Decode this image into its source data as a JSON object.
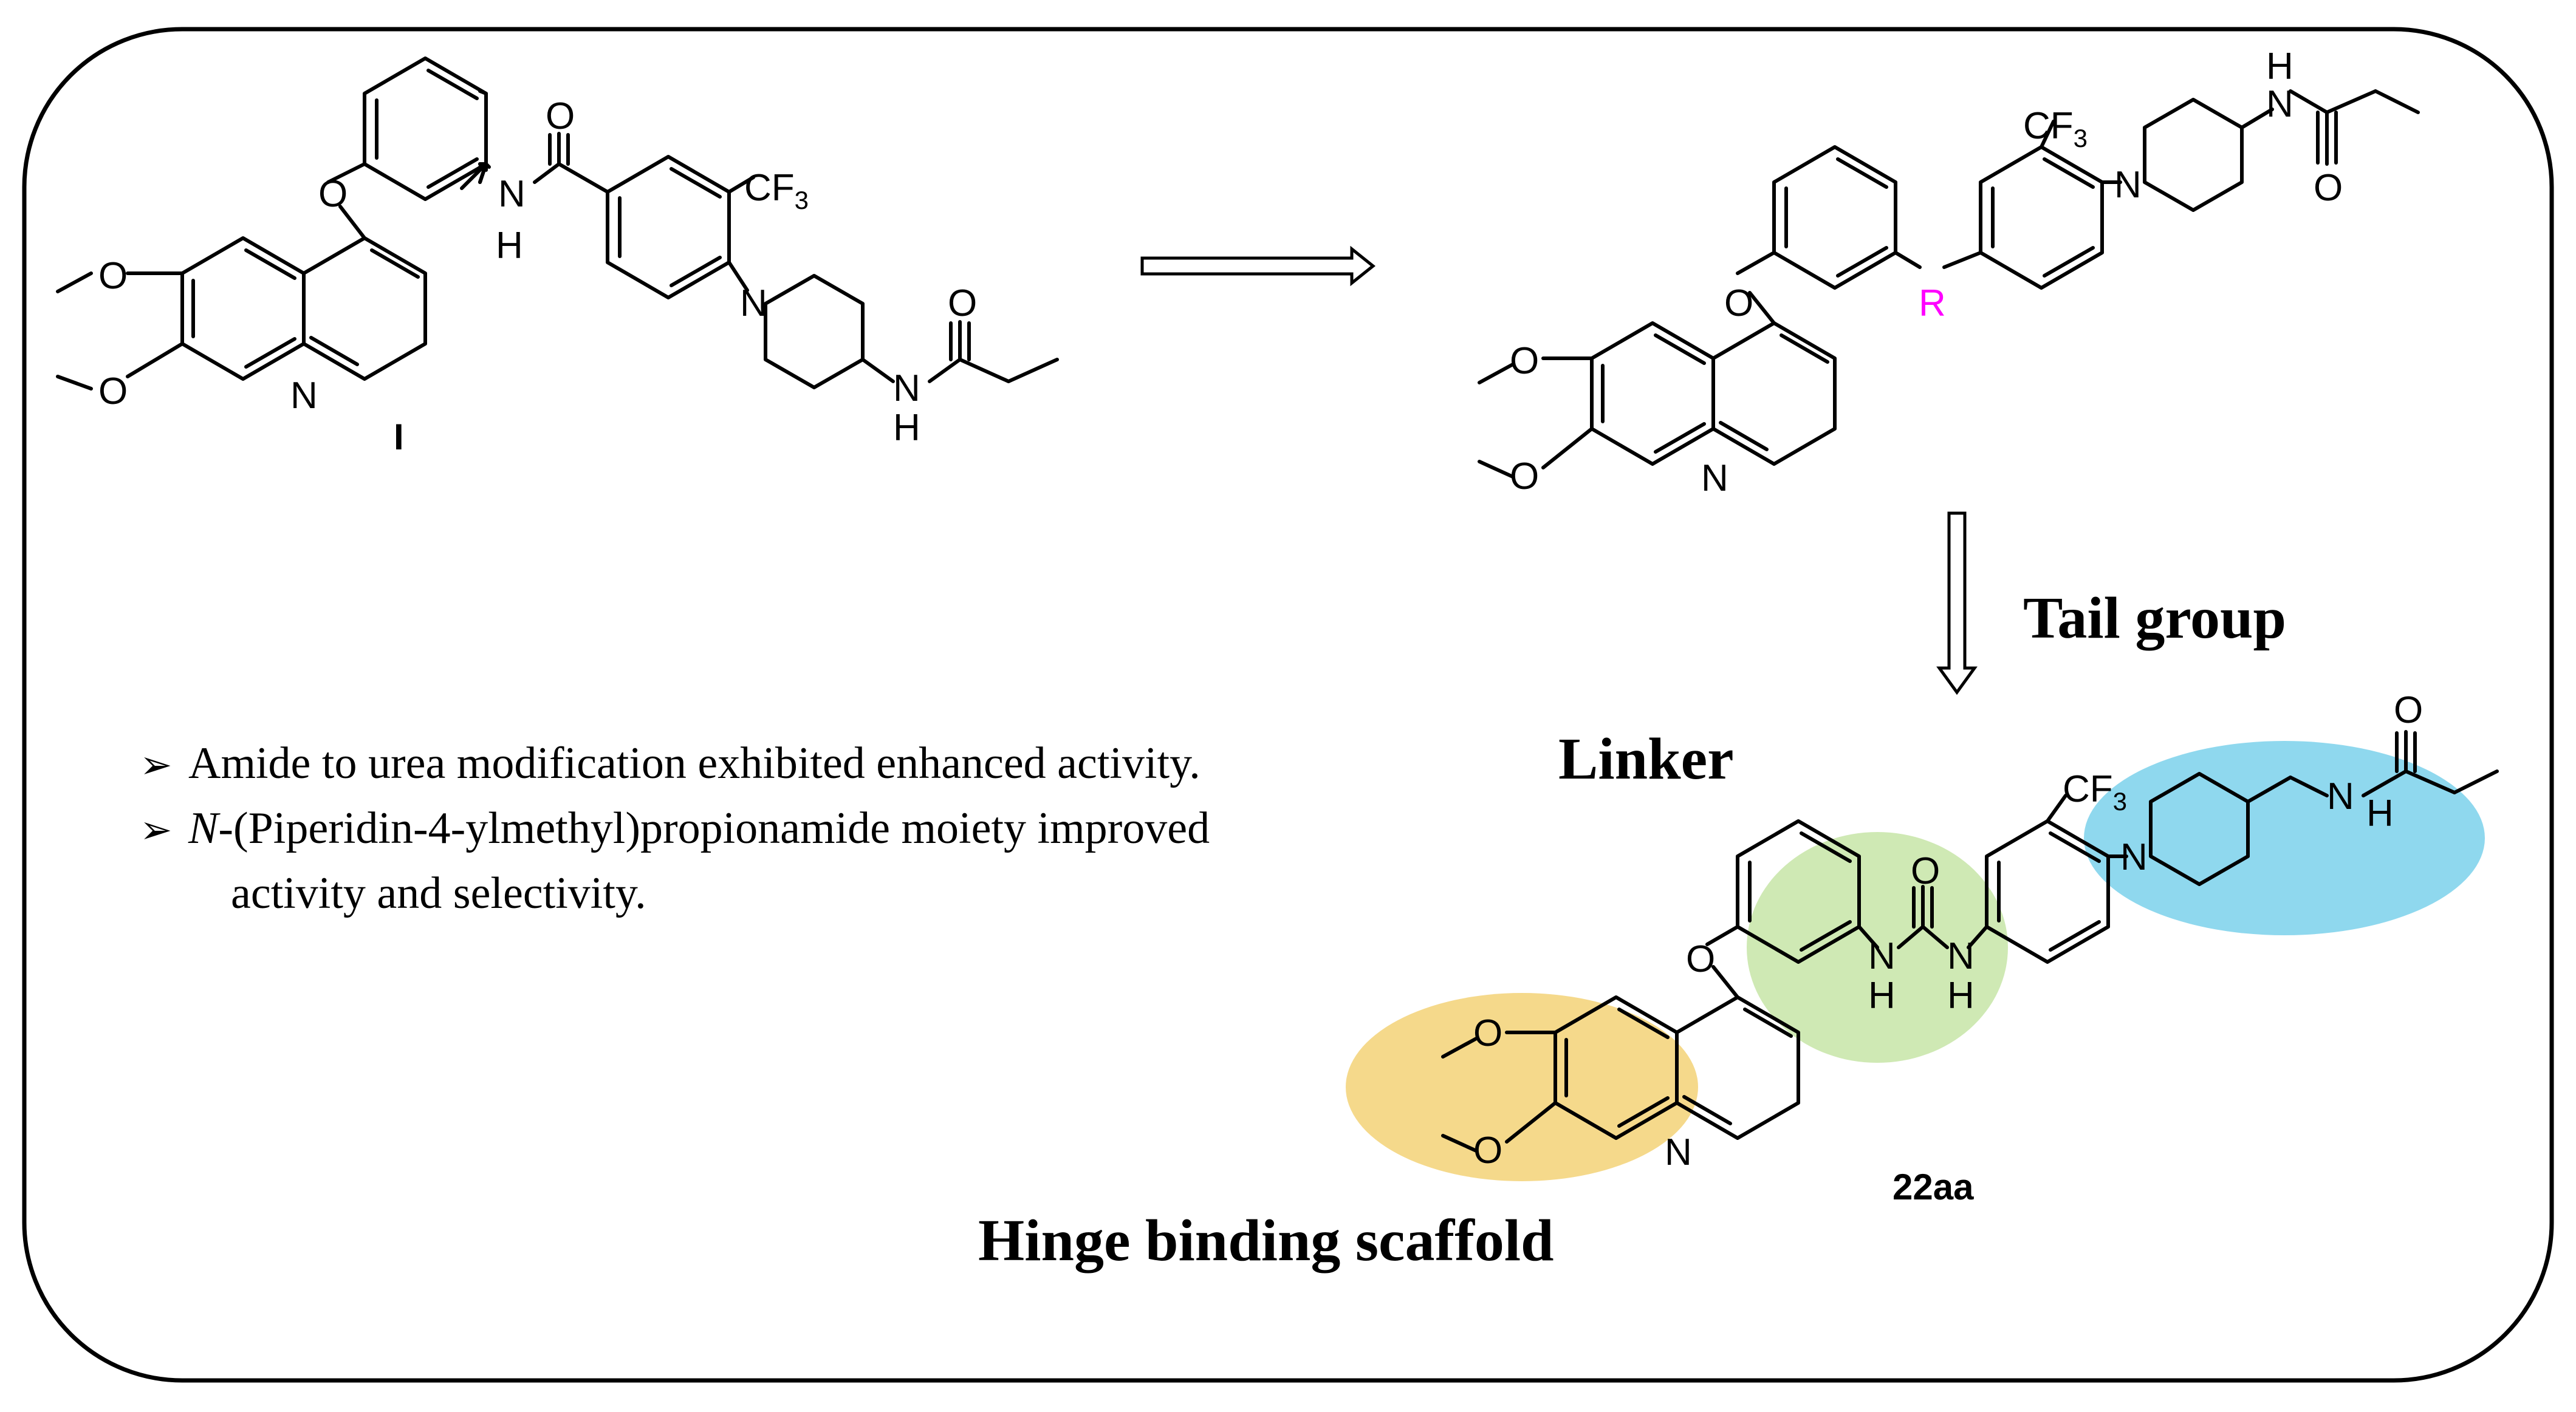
{
  "compound_I": {
    "label": "I"
  },
  "compound_22aa": {
    "label": "22aa"
  },
  "atoms": {
    "O": "O",
    "N": "N",
    "NH": "NH",
    "H": "H",
    "R": "R",
    "CF3_main": "CF",
    "CF3_sub": "3"
  },
  "regions": {
    "tail_group": "Tail group",
    "linker": "Linker",
    "hinge": "Hinge binding scaffold"
  },
  "notes": [
    {
      "bullet": "➢",
      "text": "Amide to urea modification exhibited enhanced activity."
    },
    {
      "bullet": "➢",
      "italic": "N",
      "text": "-(Piperidin-4-ylmethyl)propionamide  moiety  improved",
      "continuation": "activity and selectivity."
    }
  ],
  "colors": {
    "R_magenta": "#ff00ff",
    "hinge_highlight": "#f5d98b",
    "linker_highlight": "#cfe9b4",
    "tail_highlight": "#8fd8ee"
  }
}
